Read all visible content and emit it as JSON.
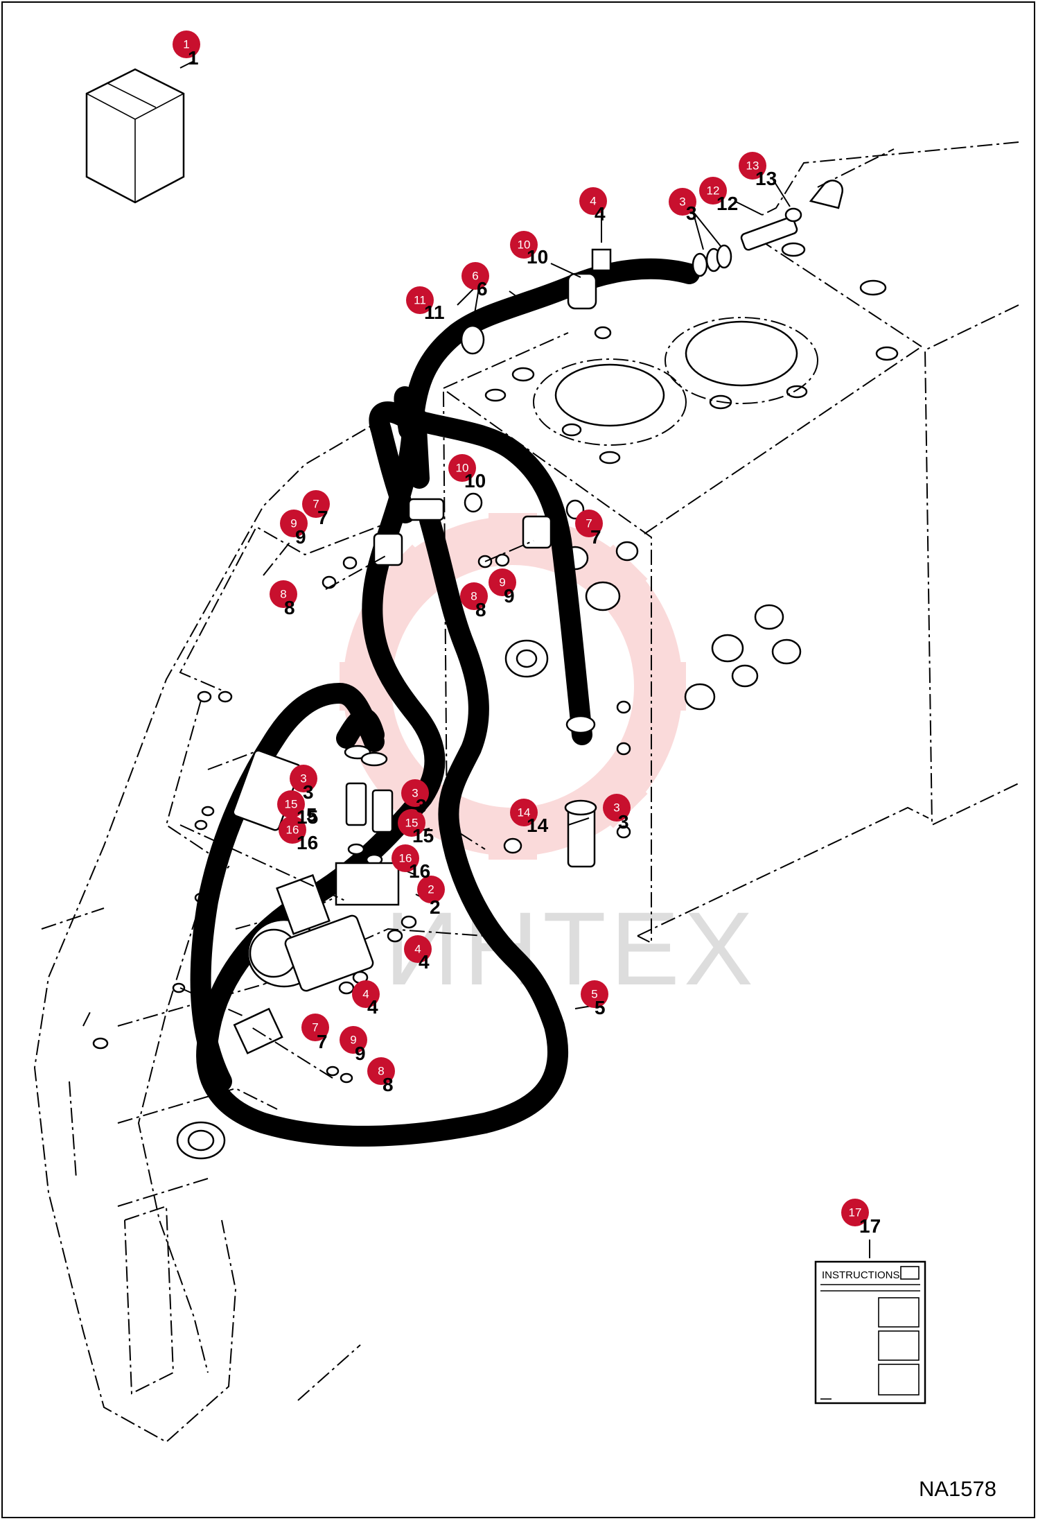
{
  "drawing_number": "NA1578",
  "watermark": "ИНТЕХ",
  "instruction_card_title": "INSTRUCTIONS",
  "callouts": [
    {
      "n": "1",
      "num": "1"
    },
    {
      "n": "2",
      "num": "2"
    },
    {
      "n": "3",
      "num": "3"
    },
    {
      "n": "4",
      "num": "4"
    },
    {
      "n": "5",
      "num": "5"
    },
    {
      "n": "6",
      "num": "6"
    },
    {
      "n": "7",
      "num": "7"
    },
    {
      "n": "8",
      "num": "8"
    },
    {
      "n": "9",
      "num": "9"
    },
    {
      "n": "10",
      "num": "10"
    },
    {
      "n": "11",
      "num": "11"
    },
    {
      "n": "12",
      "num": "12"
    },
    {
      "n": "13",
      "num": "13"
    },
    {
      "n": "14",
      "num": "14"
    },
    {
      "n": "15",
      "num": "15"
    },
    {
      "n": "16",
      "num": "16"
    },
    {
      "n": "17",
      "num": "17"
    }
  ],
  "colors": {
    "callout": "#c8102e",
    "line": "#000000",
    "watermark": "#e63a3a"
  }
}
